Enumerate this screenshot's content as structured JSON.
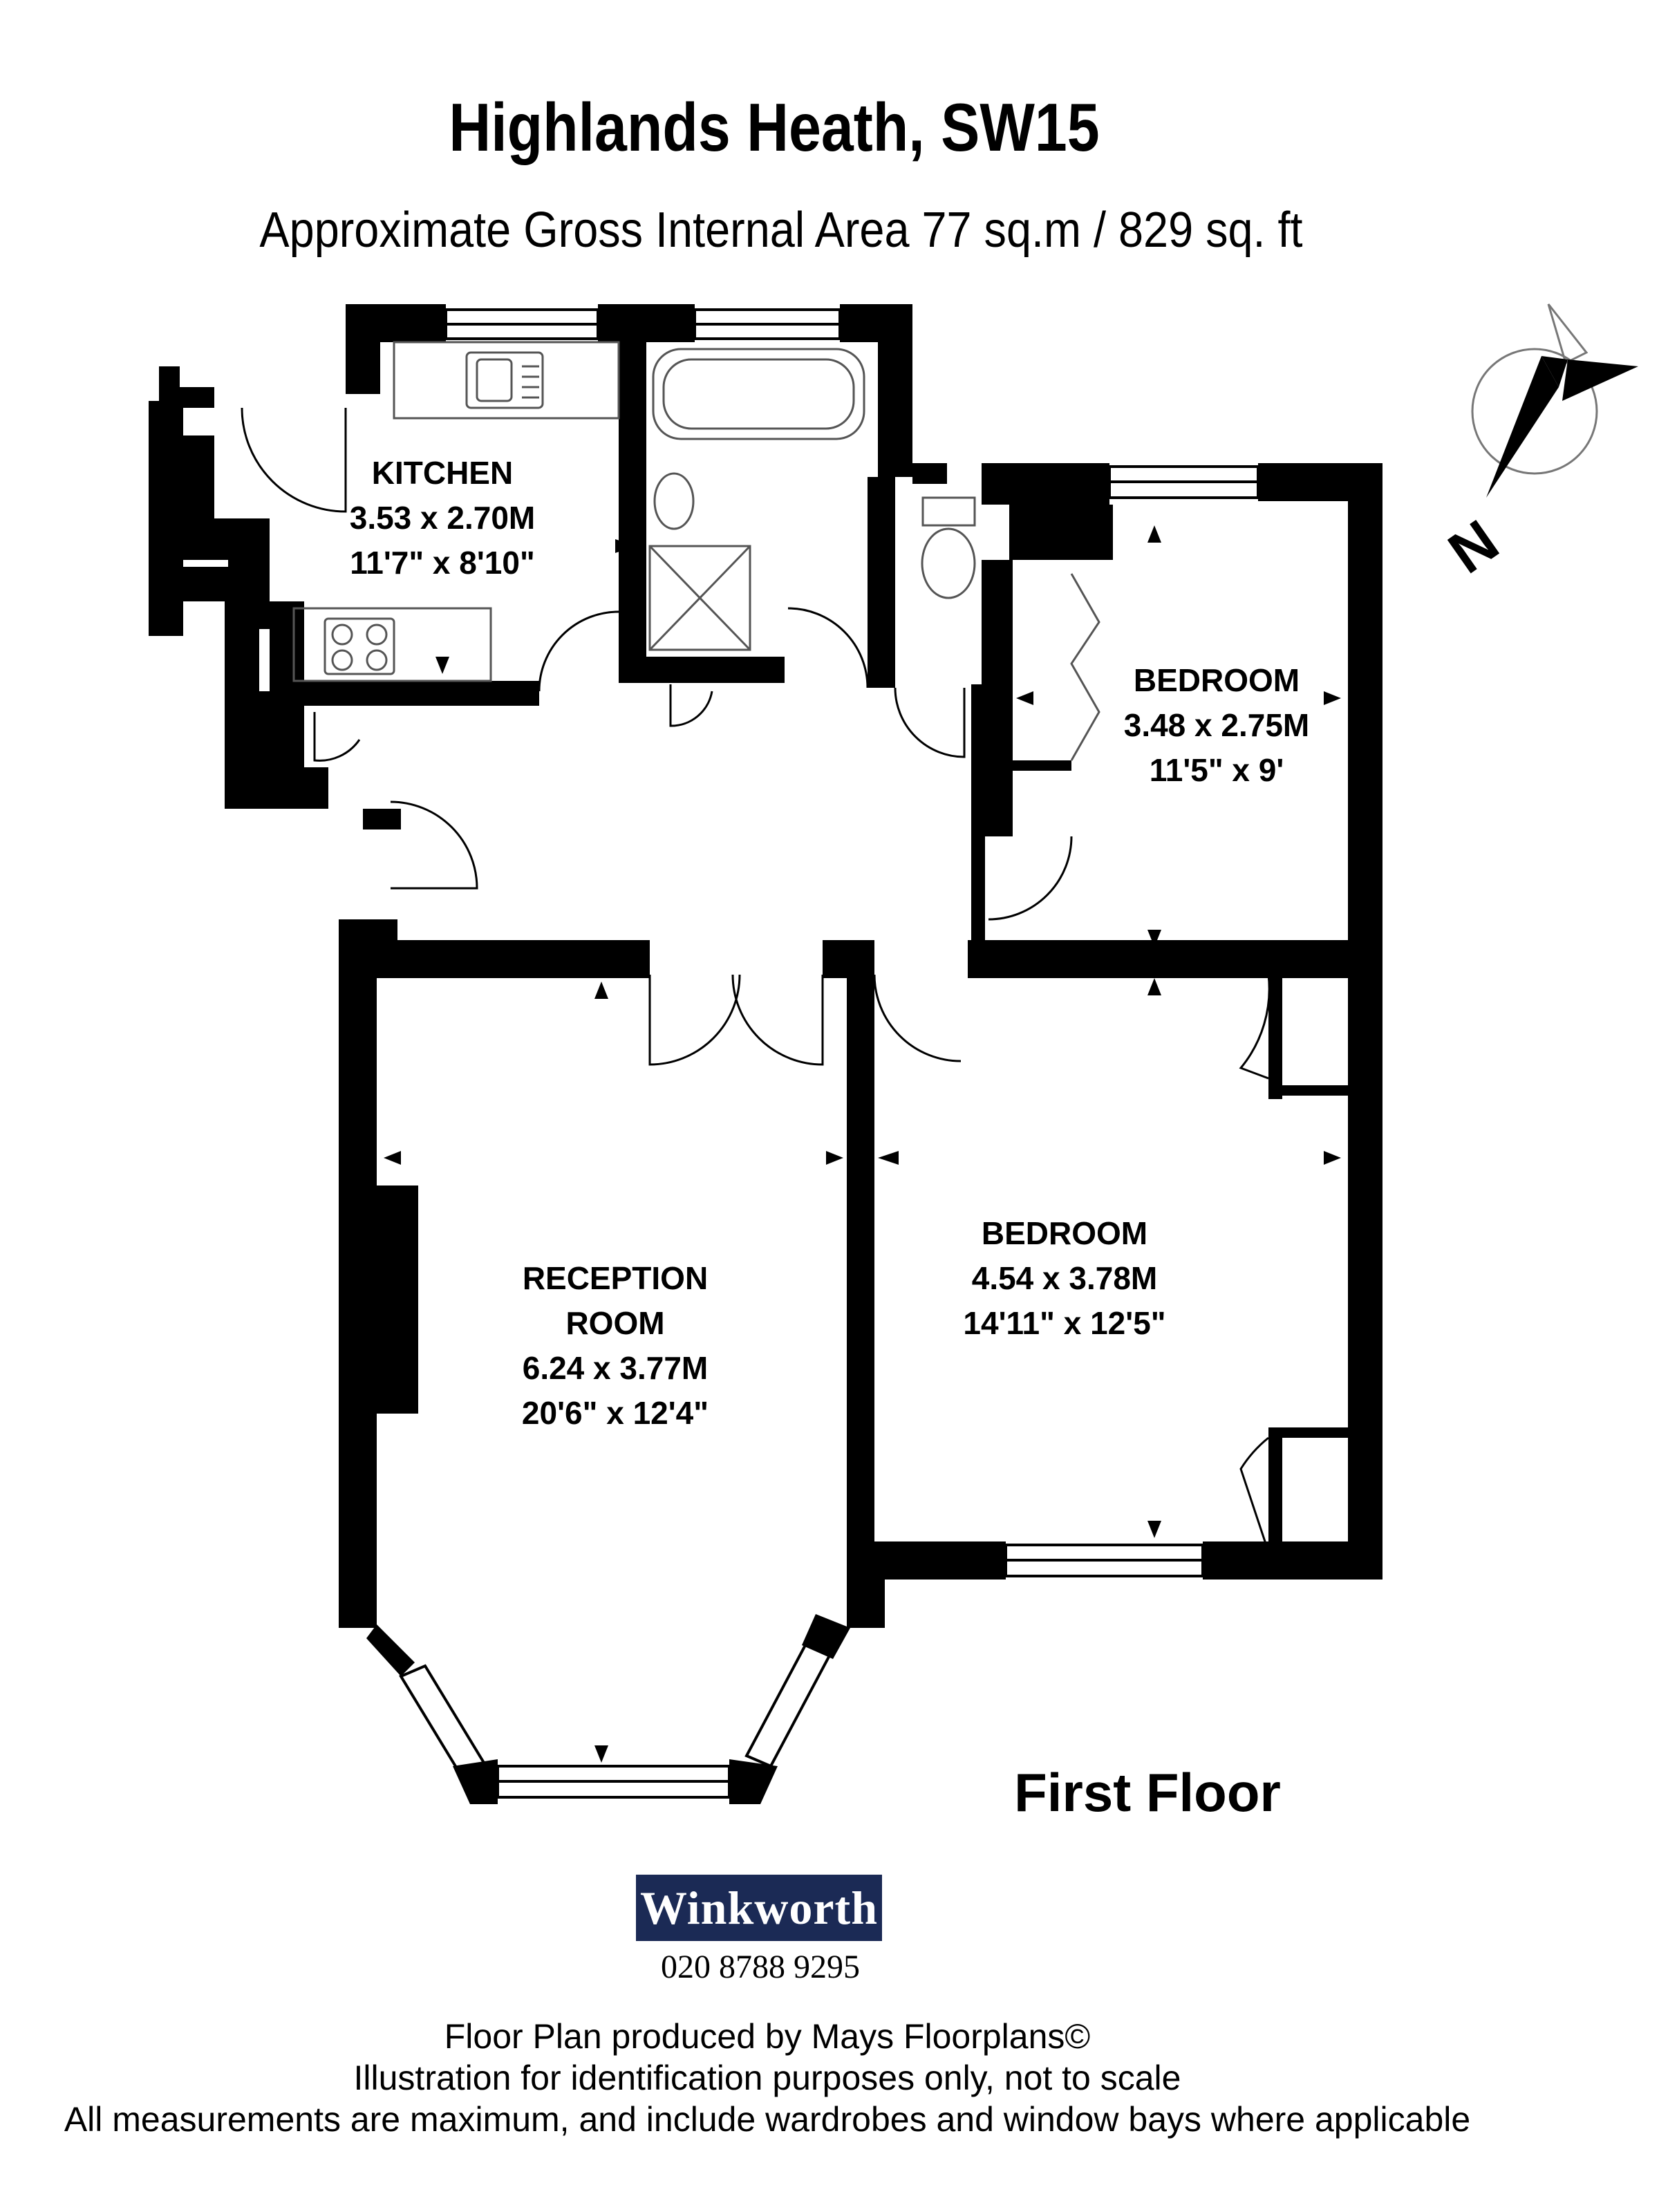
{
  "header": {
    "title": "Highlands Heath, SW15",
    "subtitle": "Approximate Gross Internal Area 77 sq.m  /  829 sq. ft"
  },
  "rooms": {
    "kitchen": {
      "name": "KITCHEN",
      "metric": "3.53 x 2.70M",
      "imperial": "11'7\" x 8'10\""
    },
    "bedroom_small": {
      "name": "BEDROOM",
      "metric": "3.48 x 2.75M",
      "imperial": "11'5\" x 9'"
    },
    "bedroom_large": {
      "name": "BEDROOM",
      "metric": "4.54 x 3.78M",
      "imperial": "14'11\" x 12'5\""
    },
    "reception": {
      "name_line1": "RECEPTION",
      "name_line2": "ROOM",
      "metric": "6.24 x 3.77M",
      "imperial": "20'6\" x 12'4\""
    }
  },
  "compass": {
    "label": "N"
  },
  "floor_label": "First Floor",
  "agent": {
    "name": "Winkworth",
    "phone": "020 8788 9295",
    "logo_color": "#1b2a55"
  },
  "footer": {
    "line1": "Floor Plan produced by Mays Floorplans©",
    "line2": "Illustration for identification purposes only, not to scale",
    "line3": "All measurements are maximum, and include wardrobes and window bays where applicable"
  },
  "colors": {
    "wall": "#000000",
    "background": "#ffffff",
    "fixture_stroke": "#555555"
  }
}
